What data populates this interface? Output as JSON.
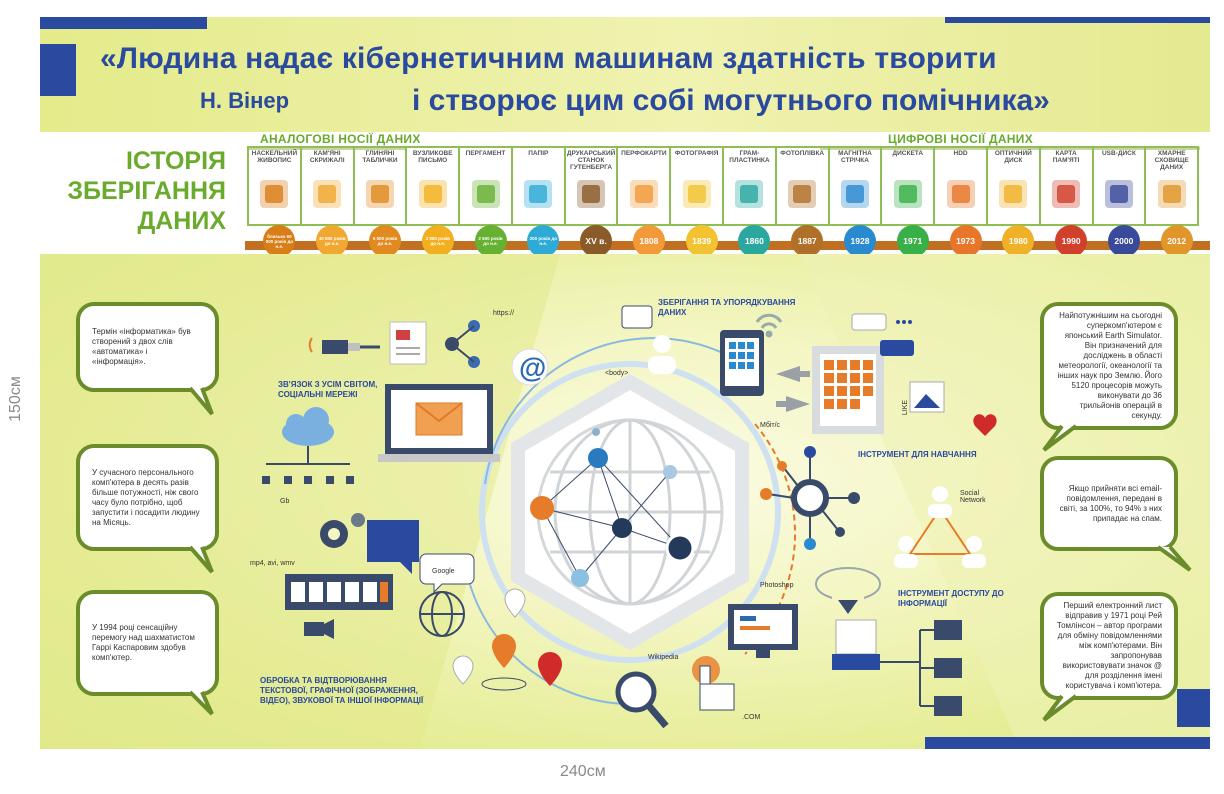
{
  "dimensions": {
    "height_label": "150см",
    "width_label": "240см"
  },
  "header": {
    "quote_line1": "«Людина надає кібернетичним машинам здатність творити",
    "quote_line2": "і створює цим собі могутнього помічника»",
    "author": "Н. Вінер"
  },
  "history": {
    "title_lines": [
      "ІСТОРІЯ",
      "ЗБЕРІГАННЯ",
      "ДАНИХ"
    ],
    "analog_label": "АНАЛОГОВІ НОСІЇ ДАНИХ",
    "digital_label": "ЦИФРОВІ НОСІЇ ДАНИХ",
    "media": [
      {
        "label": "НАСКЕЛЬНИЙ ЖИВОПИС",
        "icon": "cave-painting-icon",
        "date": "близько 60 000 років до н.е.",
        "color": "#d97d16"
      },
      {
        "label": "КАМ'ЯНІ СКРИЖАЛІ",
        "icon": "stone-tablets-icon",
        "date": "40 000 років до н.е.",
        "color": "#f0a830"
      },
      {
        "label": "ГЛИНЯНІ ТАБЛИЧКИ",
        "icon": "clay-tablets-icon",
        "date": "5 000 років до н.е.",
        "color": "#e08a20"
      },
      {
        "label": "ВУЗЛИКОВЕ ПИСЬМО",
        "icon": "knot-writing-icon",
        "date": "3 000 років до н.е.",
        "color": "#f2b020"
      },
      {
        "label": "ПЕРГАМЕНТ",
        "icon": "parchment-icon",
        "date": "2 500 років до н.е.",
        "color": "#66b032"
      },
      {
        "label": "ПАПІР",
        "icon": "paper-icon",
        "date": "200 років до н.е.",
        "color": "#2eaad6"
      },
      {
        "label": "ДРУКАРСЬКИЙ СТАНОК ГУТЕНБЕРГА",
        "icon": "printing-press-icon",
        "date": "XV в.",
        "color": "#8a5a28"
      },
      {
        "label": "ПЕРФОКАРТИ",
        "icon": "punch-card-icon",
        "date": "1808",
        "color": "#f29a3a"
      },
      {
        "label": "ФОТОГРАФІЯ",
        "icon": "camera-icon",
        "date": "1839",
        "color": "#f2c230"
      },
      {
        "label": "ГРАМ-ПЛАСТИНКА",
        "icon": "gramophone-icon",
        "date": "1860",
        "color": "#2aa8a0"
      },
      {
        "label": "ФОТОПЛІВКА",
        "icon": "film-icon",
        "date": "1887",
        "color": "#b0702a"
      },
      {
        "label": "МАГНІТНА СТРІЧКА",
        "icon": "tape-icon",
        "date": "1928",
        "color": "#2a8ad0"
      },
      {
        "label": "ДИСКЕТА",
        "icon": "floppy-icon",
        "date": "1971",
        "color": "#38b048"
      },
      {
        "label": "HDD",
        "icon": "hdd-icon",
        "date": "1973",
        "color": "#e8762a"
      },
      {
        "label": "ОПТИЧНИЙ ДИСК",
        "icon": "optical-disc-icon",
        "date": "1980",
        "color": "#f0b028"
      },
      {
        "label": "КАРТА ПАМ'ЯТІ",
        "icon": "memory-card-icon",
        "date": "1990",
        "color": "#d0402a"
      },
      {
        "label": "USB-ДИСК",
        "icon": "usb-icon",
        "date": "2000",
        "color": "#3a4a9a"
      },
      {
        "label": "ХМАРНЕ СХОВИЩЕ ДАНИХ",
        "icon": "cloud-icon",
        "date": "2012",
        "color": "#e0962a"
      }
    ]
  },
  "left_facts": [
    "Термін «інформатика» був створений з двох слів «автоматика» і «інформація».",
    "У сучасного персонального комп'ютера в десять разів більше потужності, ніж свого часу було потрібно, щоб запустити і посадити людину на Місяць.",
    "У 1994 році сенсаційну перемогу над шахматистом Гаррі Каспаровим здобув комп'ютер."
  ],
  "right_facts": [
    "Найпотужнішим на сьогодні суперкомп'ютером є японський Earth Simulator. Він призначений для досліджень в області метеорології, океанології та інших наук про Землю. Його 5120 процесорів можуть виконувати до 36 трильйонів операцій в секунду.",
    "Якщо прийняти всі email-повідомлення, передані в світі, за 100%, то 94% з них припадає на спам.",
    "Перший електронний лист відправив у 1971 році Рей Томлінсон – автор програми для обміну повідомленнями між комп'ютерами. Він запропонував використовувати значок @ для розділення імені користувача і комп'ютера."
  ],
  "infographic": {
    "labels": {
      "social": "ЗВ'ЯЗОК З УСІМ СВІТОМ, СОЦІАЛЬНІ МЕРЕЖІ",
      "storage": "ЗБЕРІГАННЯ ТА УПОРЯДКУВАННЯ ДАНИХ",
      "learning": "ІНСТРУМЕНТ ДЛЯ НАВЧАННЯ",
      "access": "ІНСТРУМЕНТ ДОСТУПУ ДО ІНФОРМАЦІЇ",
      "processing": "ОБРОБКА ТА ВІДТВОРЮВАННЯ ТЕКСТОВОЇ, ГРАФІЧНОЇ (ЗОБРАЖЕННЯ, ВІДЕО), ЗВУКОВОЇ ТА ІНШОЇ ІНФОРМАЦІЇ"
    },
    "small_text": {
      "https": "https://",
      "body": "<body>",
      "mbit": "Мбіт/с",
      "like": "LIKE",
      "social_network": "Social Network",
      "gb": "Gb",
      "formats": "mp4, avi, wmv",
      "google": "Google",
      "photoshop": "Photoshop",
      "wikipedia": "Wikipedia",
      "com": ".COM"
    }
  }
}
